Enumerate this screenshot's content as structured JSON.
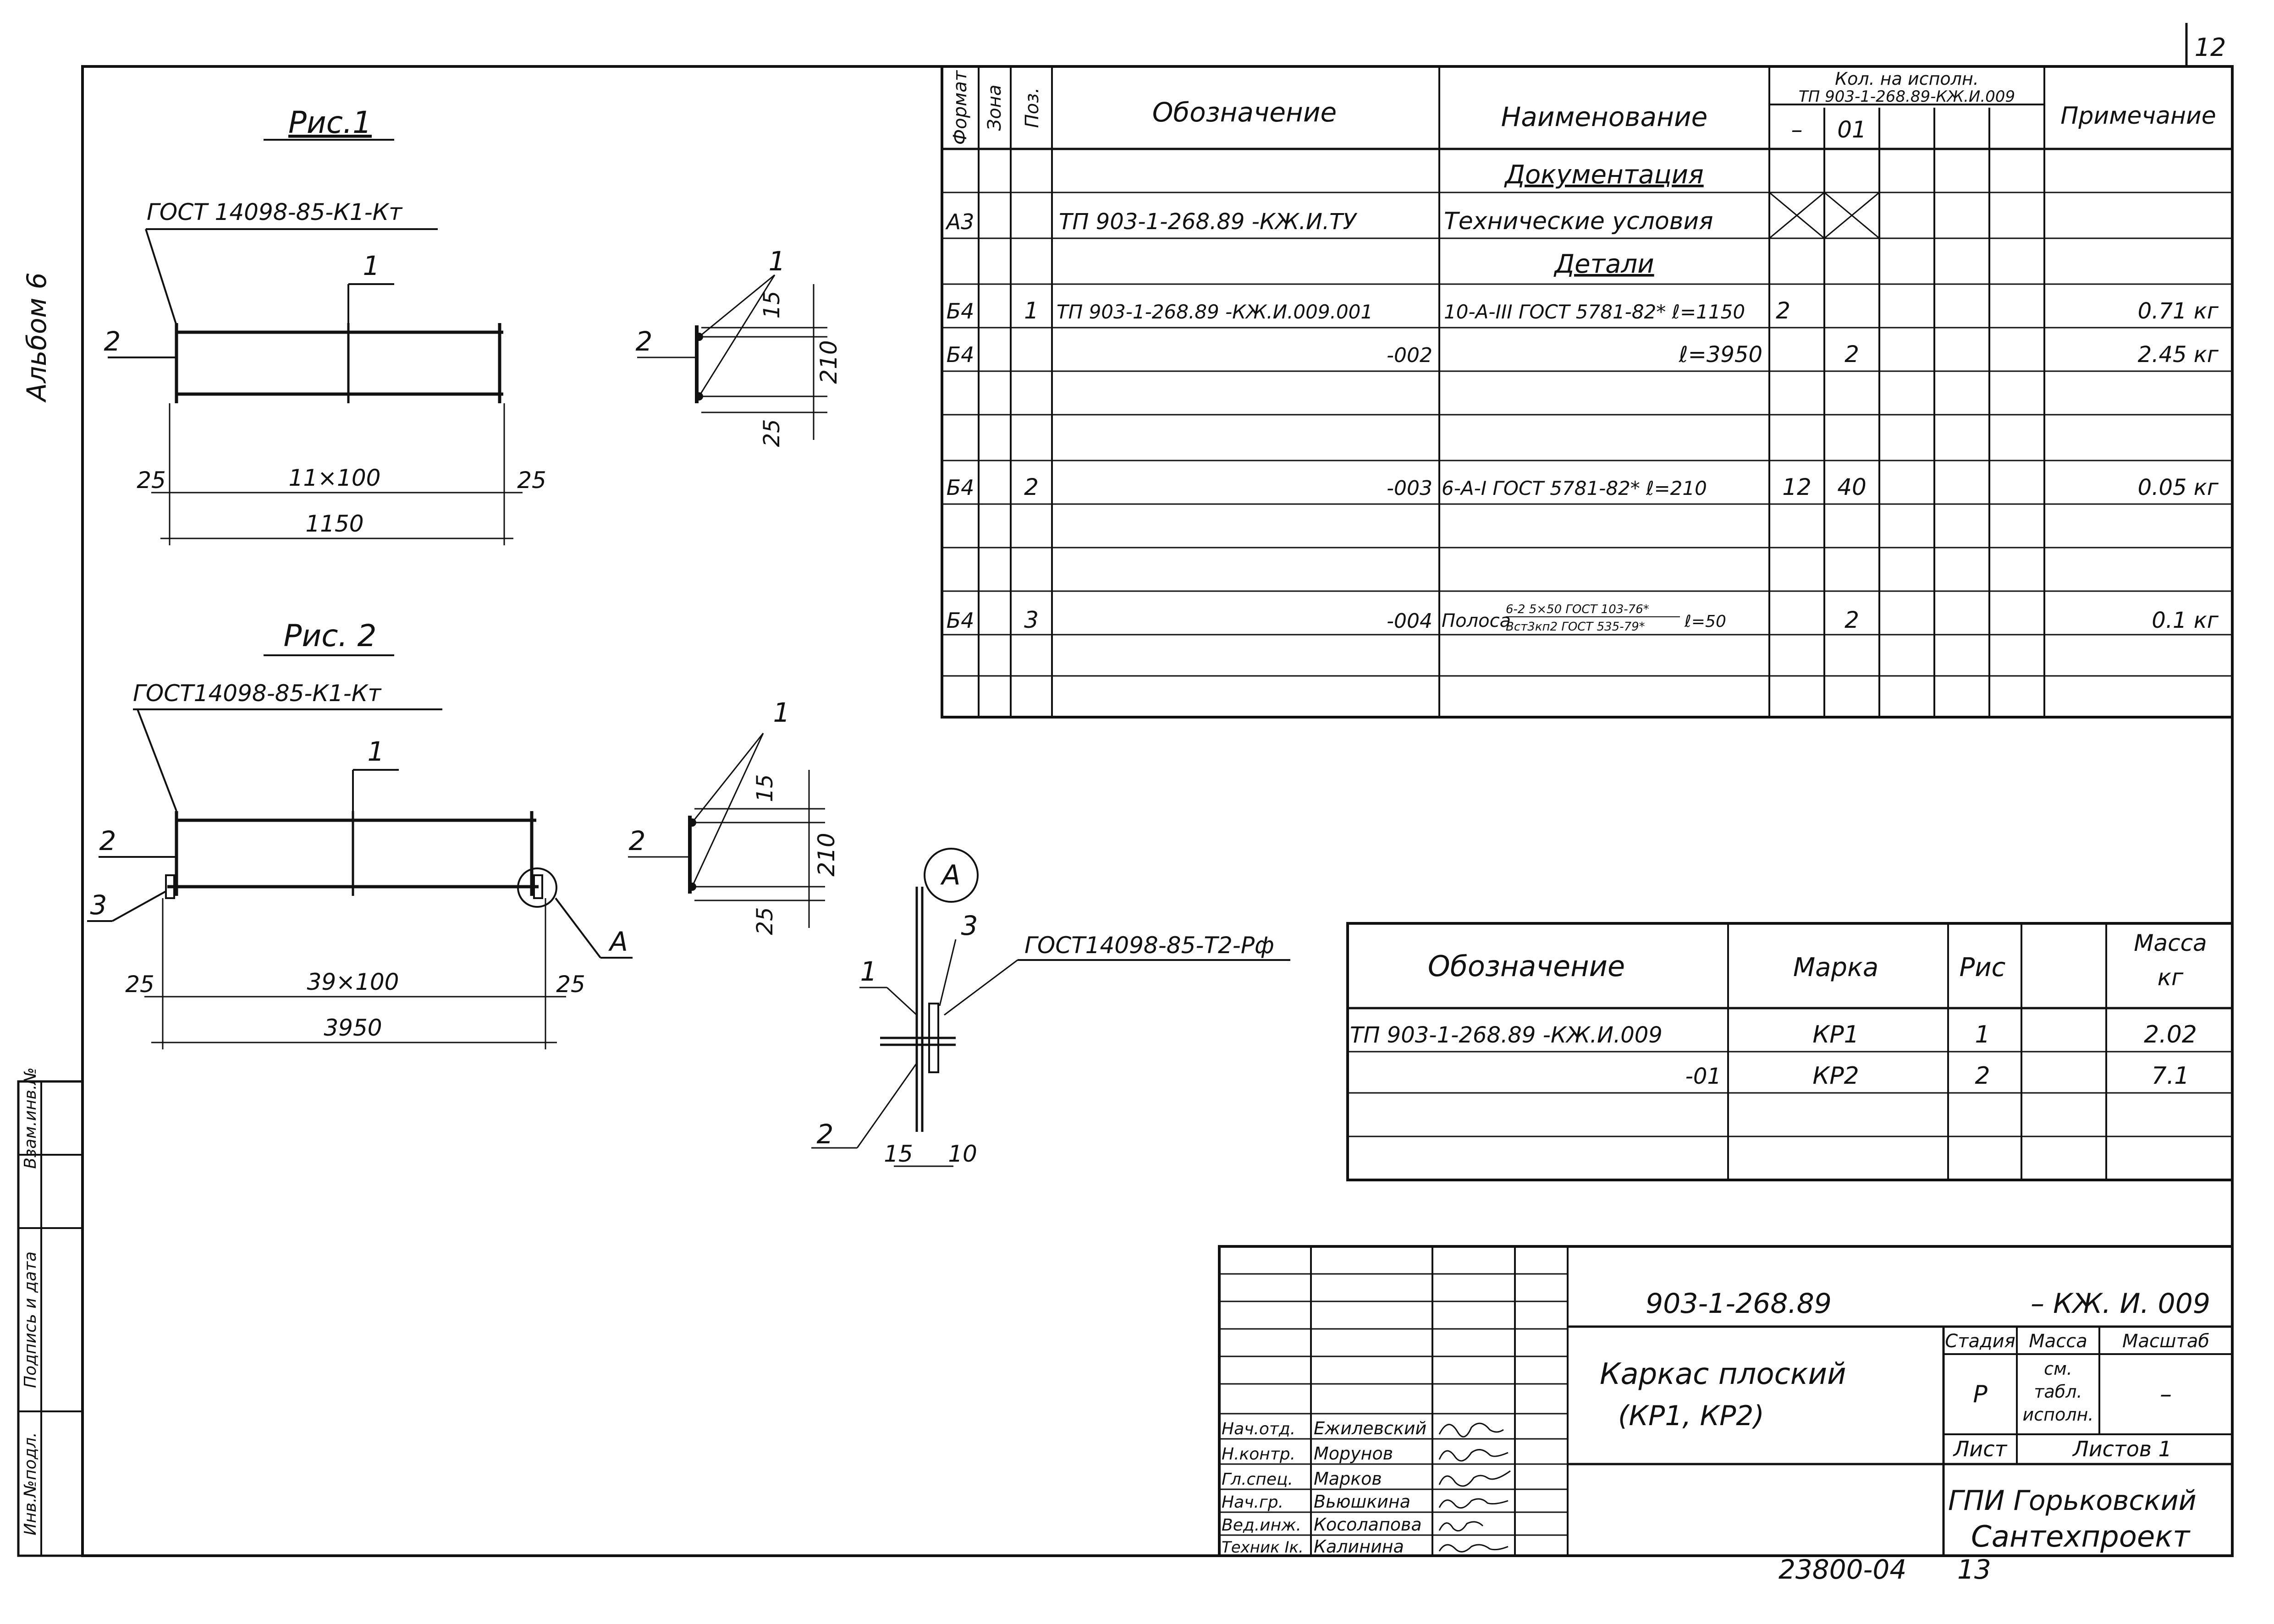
{
  "sheet_number": "12",
  "album_label": "Альбом 6",
  "figure1": {
    "title": "Рис.1",
    "weld_spec": "ГОСТ 14098-85-К1-Кт",
    "pos1": "1",
    "pos2": "2",
    "dim_left": "25",
    "dim_mid": "11×100",
    "dim_right": "25",
    "dim_total": "1150",
    "sec_pos1": "1",
    "sec_pos2": "2",
    "sec_dim_top": "15",
    "sec_dim_height": "210",
    "sec_dim_bottom": "25"
  },
  "figure2": {
    "title": "Рис. 2",
    "weld_spec": "ГОСТ14098-85-К1-Кт",
    "pos1": "1",
    "pos2": "2",
    "pos3": "3",
    "detail_callout": "А",
    "dim_left": "25",
    "dim_mid": "39×100",
    "dim_right": "25",
    "dim_total": "3950",
    "sec_pos1": "1",
    "sec_pos2": "2",
    "sec_dim_top": "15",
    "sec_dim_height": "210",
    "sec_dim_bottom": "25"
  },
  "detail_a": {
    "mark": "А",
    "weld_spec": "ГОСТ14098-85-Т2-Рф",
    "pos1": "1",
    "pos2": "2",
    "pos3": "3",
    "dim1": "15",
    "dim2": "10"
  },
  "spec_table": {
    "headers": {
      "format": "Формат",
      "zone": "Зона",
      "pos": "Поз.",
      "designation": "Обозначение",
      "name": "Наименование",
      "qty_title_1": "Кол. на исполн.",
      "qty_title_2": "ТП 903-1-268.89-КЖ.И.009",
      "qty_col1": "–",
      "qty_col2": "01",
      "note": "Примечание"
    },
    "section_docs": "Документация",
    "section_parts": "Детали",
    "rows": [
      {
        "format": "А3",
        "pos": "",
        "designation": "ТП 903-1-268.89 -КЖ.И.ТУ",
        "name": "Технические условия",
        "q1": "",
        "q2": "",
        "note": ""
      },
      {
        "format": "Б4",
        "pos": "1",
        "designation": "ТП 903-1-268.89 -КЖ.И.009.001",
        "name": "10-А-III ГОСТ 5781-82* ℓ=1150",
        "q1": "2",
        "q2": "",
        "note": "0.71 кг"
      },
      {
        "format": "Б4",
        "pos": "",
        "designation": "-002",
        "name": "ℓ=3950",
        "q1": "",
        "q2": "2",
        "note": "2.45 кг"
      },
      {
        "format": "Б4",
        "pos": "2",
        "designation": "-003",
        "name": "6-А-I ГОСТ 5781-82* ℓ=210",
        "q1": "12",
        "q2": "40",
        "note": "0.05 кг"
      },
      {
        "format": "Б4",
        "pos": "3",
        "designation": "-004",
        "name_prefix": "Полоса",
        "name_top": "6-2 5×50 ГОСТ 103-76*",
        "name_bottom": "Вст3кп2 ГОСТ 535-79*",
        "name_suffix": "ℓ=50",
        "q1": "",
        "q2": "2",
        "note": "0.1 кг"
      }
    ]
  },
  "marks_table": {
    "headers": {
      "designation": "Обозначение",
      "mark": "Марка",
      "fig": "Рис",
      "mass_1": "Масса",
      "mass_2": "кг"
    },
    "rows": [
      {
        "designation": "ТП 903-1-268.89 -КЖ.И.009",
        "mark": "КР1",
        "fig": "1",
        "mass": "2.02"
      },
      {
        "designation": "-01",
        "mark": "КР2",
        "fig": "2",
        "mass": "7.1"
      }
    ]
  },
  "title_block": {
    "code": "903-1-268.89",
    "code_suffix": "– КЖ. И. 009",
    "name_line1": "Каркас плоский",
    "name_line2": "(КР1, КР2)",
    "stage_label": "Стадия",
    "mass_label": "Масса",
    "scale_label": "Масштаб",
    "stage": "Р",
    "mass_l1": "см.",
    "mass_l2": "табл.",
    "mass_l3": "исполн.",
    "scale": "–",
    "sheet_label": "Лист",
    "sheets_label": "Листов 1",
    "org_line1": "ГПИ Горьковский",
    "org_line2": "Сантехпроект",
    "signatures": [
      {
        "role": "Нач.отд.",
        "name": "Ежилевский"
      },
      {
        "role": "Н.контр.",
        "name": "Морунов"
      },
      {
        "role": "Гл.спец.",
        "name": "Марков"
      },
      {
        "role": "Нач.гр.",
        "name": "Вьюшкина"
      },
      {
        "role": "Вед.инж.",
        "name": "Косолапова"
      },
      {
        "role": "Техник Iк.",
        "name": "Калинина"
      }
    ]
  },
  "side_stamp": {
    "inv_orig": "Инв.№подл.",
    "sign_date": "Подпись и дата",
    "inv_repl": "Взам.инв.№"
  },
  "bottom": {
    "order": "23800-04",
    "page": "13"
  }
}
